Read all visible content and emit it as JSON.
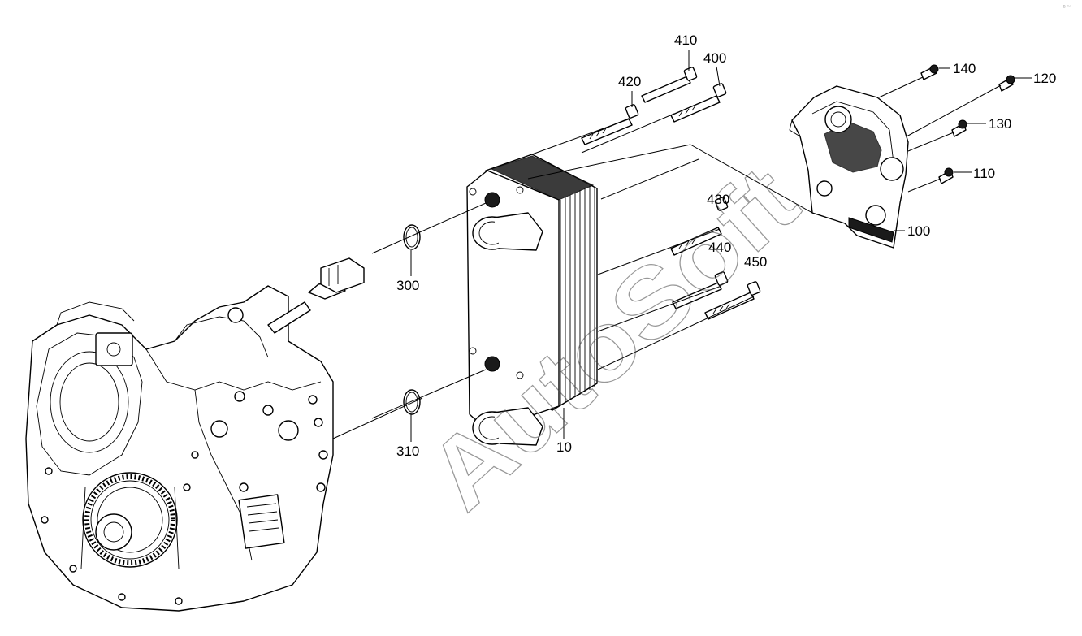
{
  "watermark": "AutoSoft",
  "corner_mark": "© ™",
  "callouts": {
    "c10": "10",
    "c100": "100",
    "c110": "110",
    "c120": "120",
    "c130": "130",
    "c140": "140",
    "c300": "300",
    "c310": "310",
    "c400": "400",
    "c410": "410",
    "c420": "420",
    "c430": "430",
    "c440": "440",
    "c450": "450"
  }
}
